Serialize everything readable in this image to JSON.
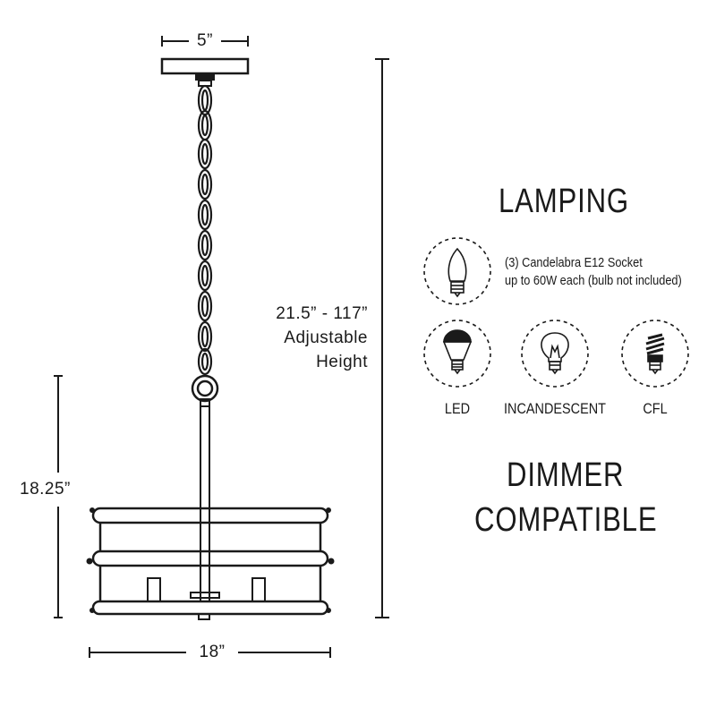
{
  "dimensions": {
    "canopy_width": "5”",
    "height_range": "21.5” - 117”",
    "height_label_1": "Adjustable",
    "height_label_2": "Height",
    "fixture_height": "18.25”",
    "fixture_width": "18”"
  },
  "lamping": {
    "title": "LAMPING",
    "socket_line_1": "(3) Candelabra E12 Socket",
    "socket_line_2": "up to 60W each (bulb not included)",
    "bulbs": [
      {
        "label": "LED",
        "icon": "led-bulb-icon"
      },
      {
        "label": "INCANDESCENT",
        "icon": "incandescent-bulb-icon"
      },
      {
        "label": "CFL",
        "icon": "cfl-bulb-icon"
      }
    ]
  },
  "dimmer": {
    "line_1": "DIMMER",
    "line_2": "COMPATIBLE"
  },
  "colors": {
    "ink": "#1a1a1a",
    "background": "#ffffff"
  }
}
